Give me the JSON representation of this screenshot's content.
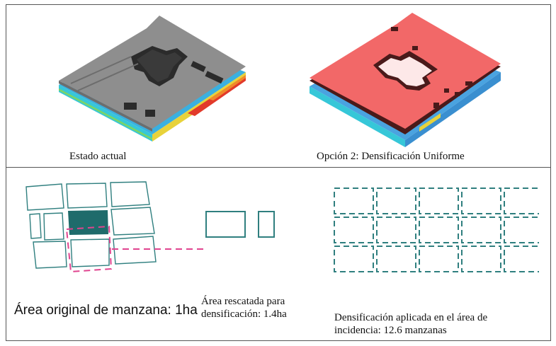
{
  "top_left": {
    "caption": "Estado actual"
  },
  "top_right": {
    "caption": "Opción 2: Densificación Uniforme"
  },
  "bottom": {
    "original_caption": "Área original de manzana: 1ha",
    "rescued_caption": "Área rescatada para\ndensificación: 1.4ha",
    "applied_caption": "Densificación aplicada en el área de\nincidencia: 12.6 manzanas"
  },
  "colors": {
    "teal": "#2f7f7f",
    "teal_fill": "#1f6b6b",
    "magenta": "#e0448f",
    "gray_roof": "#8e8e8e",
    "red_roof": "#f26868",
    "blue_base": "#4aa3e0"
  }
}
